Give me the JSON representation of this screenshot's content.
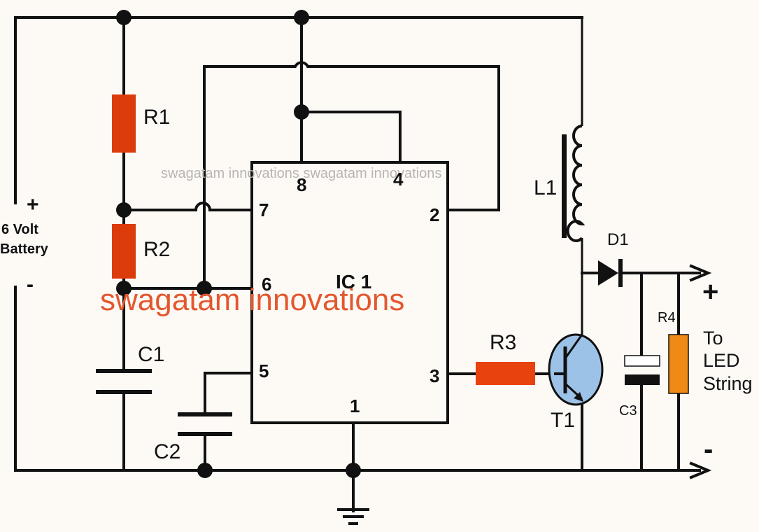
{
  "battery": {
    "plus": "+",
    "label_line1": "6 Volt",
    "label_line2": "Battery",
    "minus": "-"
  },
  "components": {
    "r1": "R1",
    "r2": "R2",
    "r3": "R3",
    "r4": "R4",
    "c1": "C1",
    "c2": "C2",
    "c3": "C3",
    "l1": "L1",
    "d1": "D1",
    "t1": "T1"
  },
  "ic": {
    "label": "IC 1",
    "pins": {
      "p8": "8",
      "p4": "4",
      "p7": "7",
      "p2": "2",
      "p6": "6",
      "p5": "5",
      "p3": "3",
      "p1": "1"
    }
  },
  "output": {
    "plus": "+",
    "minus": "-",
    "line1": "To",
    "line2": "LED",
    "line3": "String"
  },
  "watermarks": {
    "small": "swagatam innovations swagatam innovations",
    "large": "swagatam innovations"
  },
  "colors": {
    "resistor": "#dc3b0c",
    "resistor_r4": "#f08a17",
    "transistor": "#9cc3e7",
    "watermark_large": "#e4572e"
  }
}
